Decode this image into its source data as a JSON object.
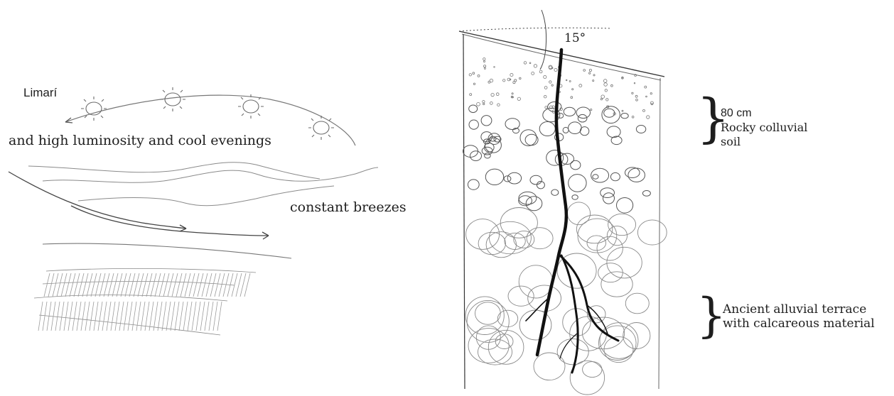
{
  "left_sketch": {
    "region_label": "Limarí",
    "climate_label": "and high luminosity and cool evenings",
    "wind_label": "constant breezes",
    "icons": [
      "sun-icon",
      "sun-icon",
      "sun-icon",
      "sun-icon"
    ]
  },
  "soil_profile": {
    "slope_label": "15°",
    "layer_1": {
      "depth": "80 cm",
      "line_1": "Rocky colluvial",
      "line_2": "soil"
    },
    "layer_2": {
      "line_1": "Ancient alluvial terrace",
      "line_2": "with calcareous material"
    }
  },
  "colors": {
    "ink": "#1e1e1e",
    "pencil": "#8a8a8a",
    "root": "#111111"
  }
}
